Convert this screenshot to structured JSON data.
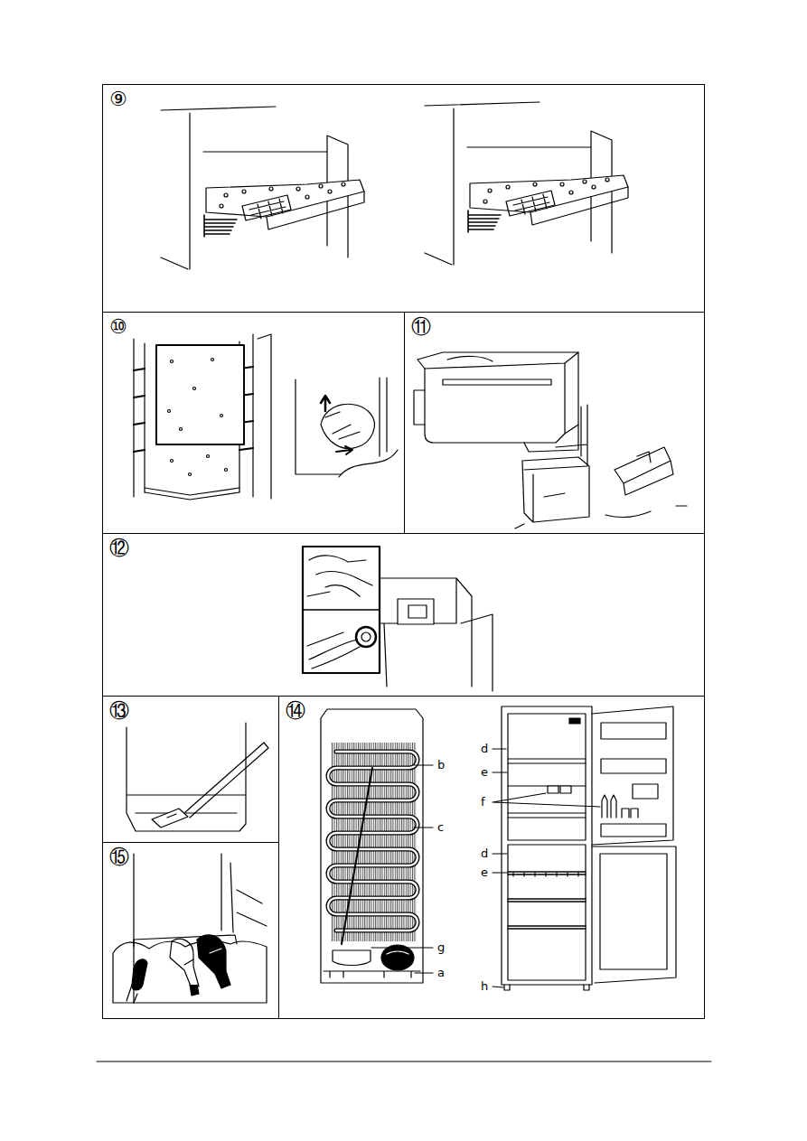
{
  "diagram": {
    "nodes": [
      {
        "text": [
          "⑨"
        ]
      },
      {
        "text": [
          "⑩"
        ]
      },
      {
        "text": [
          "⑪"
        ]
      },
      {
        "text": [
          "⑫"
        ]
      },
      {
        "text": [
          "⑬"
        ]
      },
      {
        "text": [
          "⑭"
        ]
      },
      {
        "text": [
          "⑮"
        ]
      }
    ],
    "labels": [
      "b",
      "c",
      "g",
      "a",
      "d",
      "e",
      "f",
      "d",
      "e",
      "h"
    ]
  }
}
